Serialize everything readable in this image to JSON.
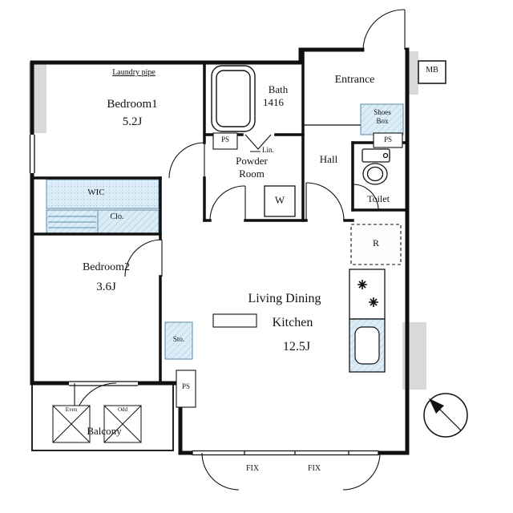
{
  "rooms": {
    "bedroom1": {
      "name": "Bedroom1",
      "size": "5.2J"
    },
    "bedroom2": {
      "name": "Bedroom2",
      "size": "3.6J"
    },
    "living_dining_kitchen": {
      "line1": "Living Dining",
      "line2": "Kitchen",
      "size": "12.5J"
    },
    "bath": {
      "name": "Bath",
      "size": "1416"
    },
    "powder_room": {
      "line1": "Powder",
      "line2": "Room"
    },
    "entrance": "Entrance",
    "hall": "Hall",
    "toilet": "Toilet",
    "balcony": "Balcony",
    "wic": "WIC",
    "closet": "Clo.",
    "storage": "Sto."
  },
  "labels": {
    "laundry_pipe": "Laundry pipe",
    "meter_box": "MB",
    "shoes_box_line1": "Shoes",
    "shoes_box_line2": "Box",
    "pipe_space": "PS",
    "linen": "Lin.",
    "washer": "W",
    "refrigerator": "R",
    "fix_window": "FIX",
    "balcony_box_left": "Even",
    "balcony_box_right": "Odd"
  },
  "colors": {
    "closet_fill": "#dcedf8",
    "hatch_line": "#9cc0d8",
    "wall": "#111111",
    "column_gray": "#d9d9d9"
  }
}
